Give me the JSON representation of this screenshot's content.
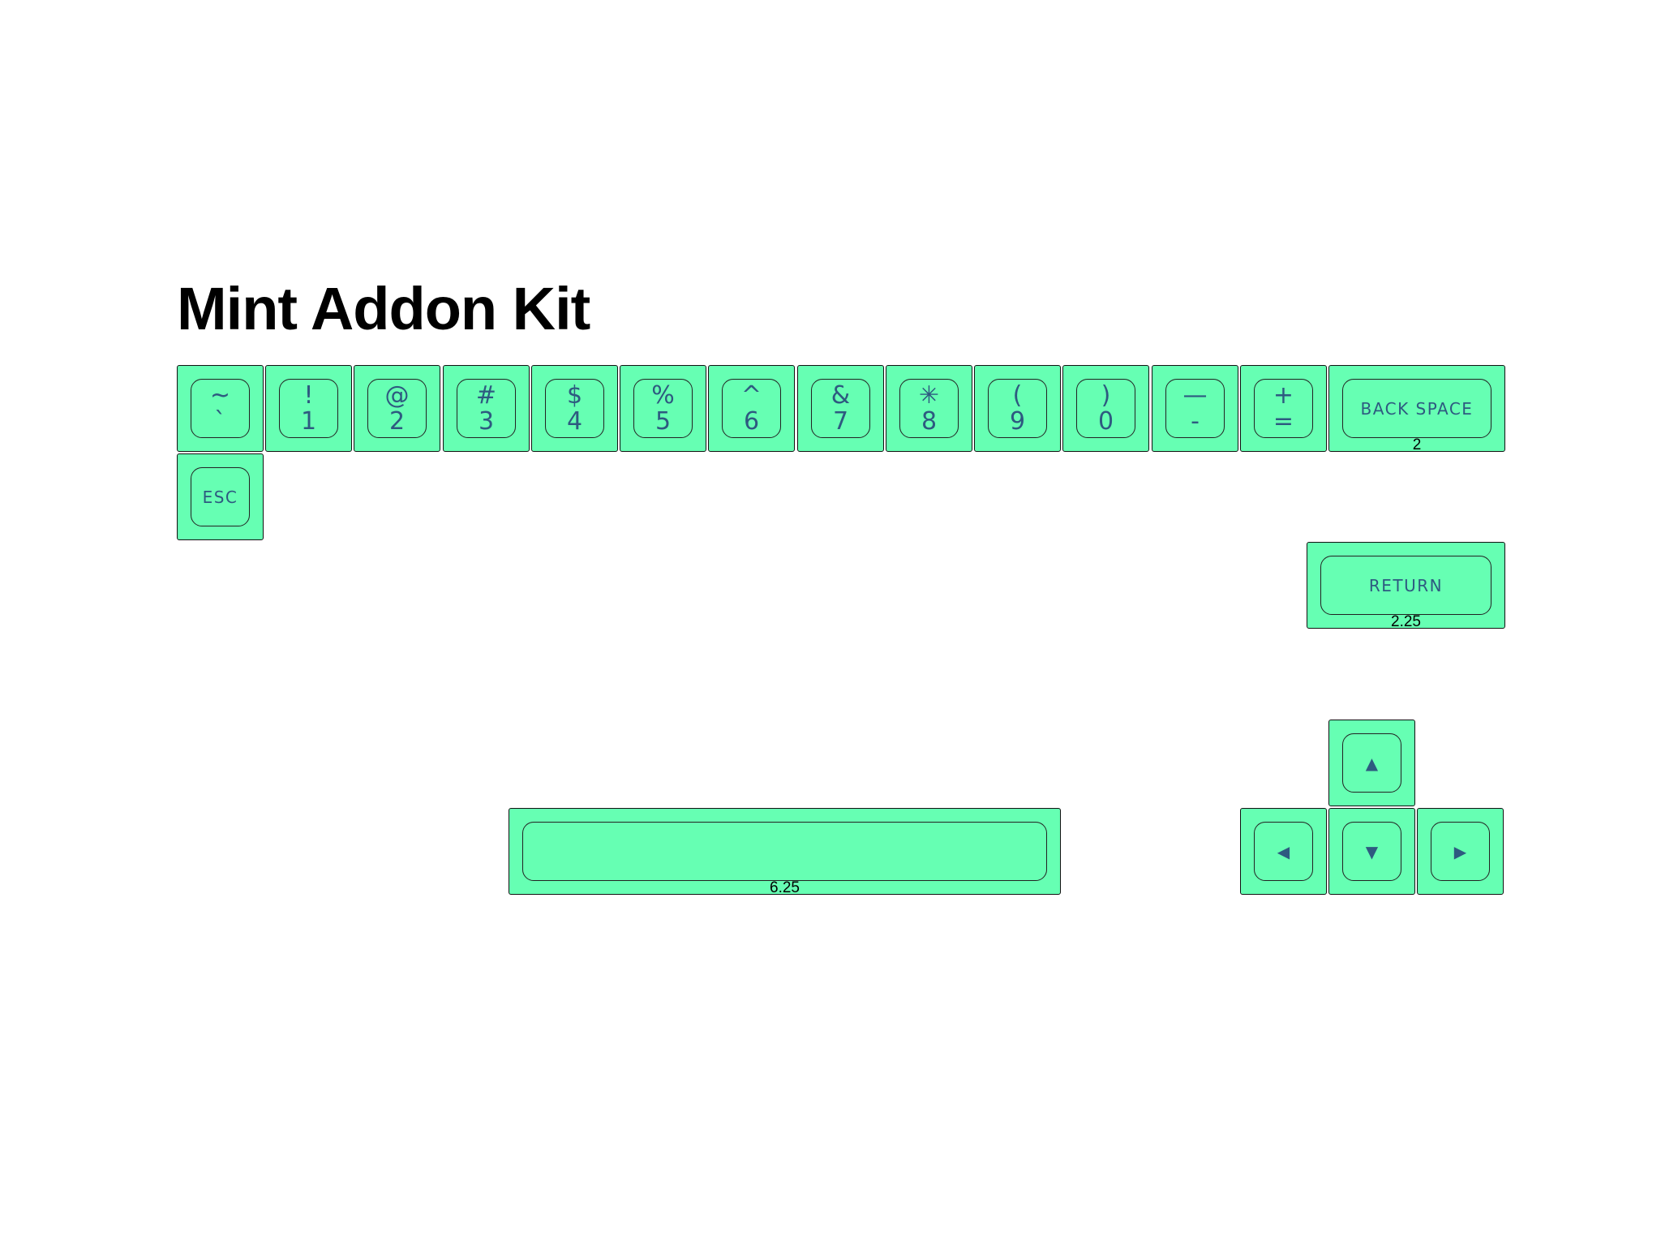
{
  "title": "Mint Addon Kit",
  "colors": {
    "keycap": "#66ffb3",
    "legend": "#2e5a80",
    "outline": "#111111"
  },
  "keys": {
    "tilde": {
      "top": "~",
      "bottom": "`"
    },
    "one": {
      "top": "!",
      "bottom": "1"
    },
    "two": {
      "top": "@",
      "bottom": "2"
    },
    "three": {
      "top": "#",
      "bottom": "3"
    },
    "four": {
      "top": "$",
      "bottom": "4"
    },
    "five": {
      "top": "%",
      "bottom": "5"
    },
    "six": {
      "top": "^",
      "bottom": "6"
    },
    "seven": {
      "top": "&",
      "bottom": "7"
    },
    "eight": {
      "top": "✳",
      "bottom": "8"
    },
    "nine": {
      "top": "(",
      "bottom": "9"
    },
    "zero": {
      "top": ")",
      "bottom": "0"
    },
    "minus": {
      "top": "—",
      "bottom": "-"
    },
    "equals": {
      "top": "+",
      "bottom": "="
    },
    "backspace": {
      "label": "BACK SPACE",
      "size": "2"
    },
    "esc": {
      "label": "ESC"
    },
    "return": {
      "label": "RETURN",
      "size": "2.25"
    },
    "spacebar": {
      "label": "",
      "size": "6.25"
    },
    "arrow_up": {
      "glyph": "▲"
    },
    "arrow_left": {
      "glyph": "◀"
    },
    "arrow_down": {
      "glyph": "▼"
    },
    "arrow_right": {
      "glyph": "▶"
    }
  }
}
